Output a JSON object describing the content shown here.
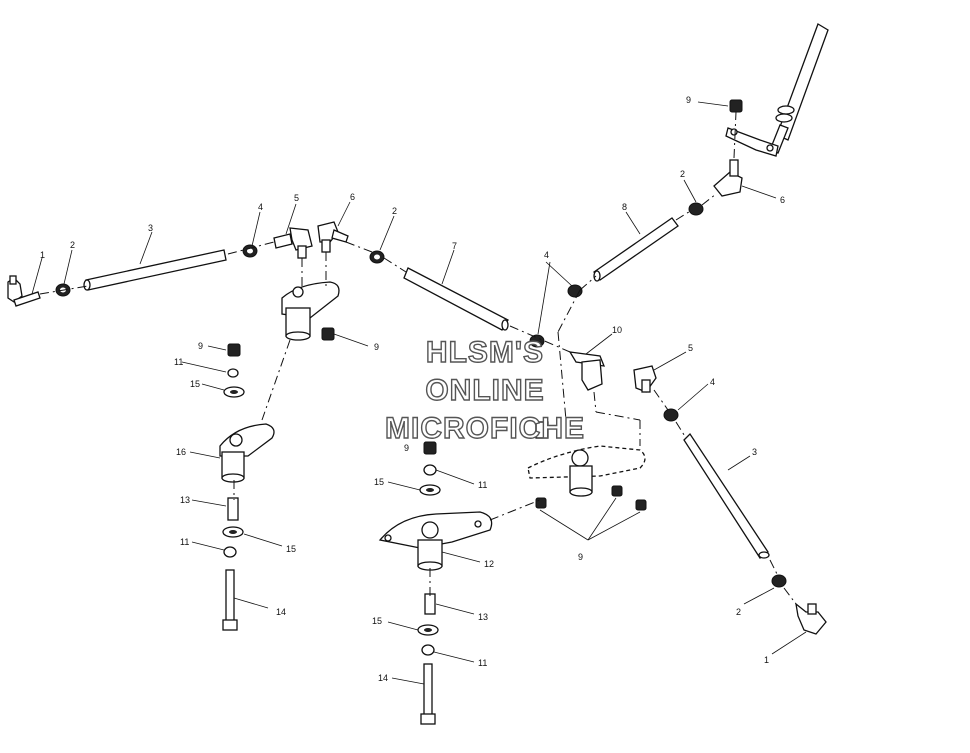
{
  "watermark": {
    "line1": "HLSM'S",
    "line2": "ONLINE",
    "line3": "MICROFICHE"
  },
  "callouts": [
    "1",
    "2",
    "3",
    "4",
    "5",
    "6",
    "2",
    "7",
    "9",
    "9",
    "11",
    "15",
    "16",
    "13",
    "11",
    "15",
    "14",
    "9",
    "11",
    "15",
    "12",
    "13",
    "15",
    "11",
    "14",
    "10",
    "4",
    "8",
    "9",
    "2",
    "6",
    "5",
    "4",
    "3",
    "2",
    "1",
    "9"
  ]
}
